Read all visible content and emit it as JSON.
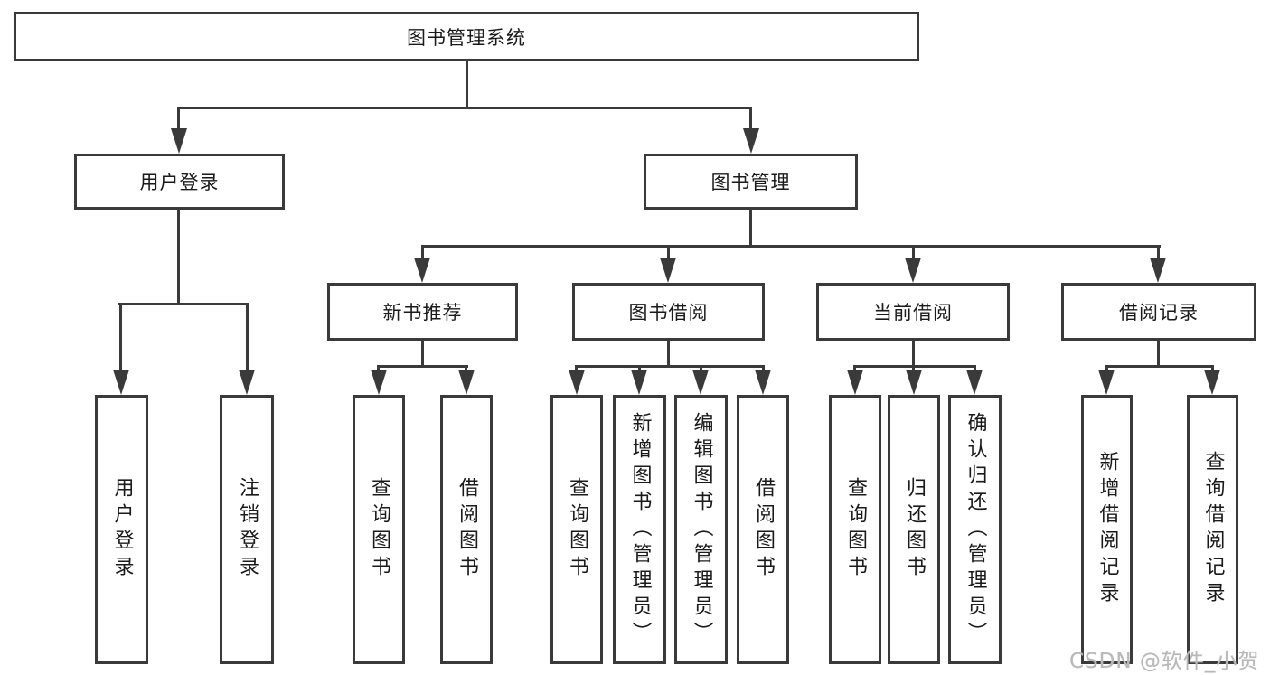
{
  "root": {
    "label": "图书管理系统"
  },
  "nodes": {
    "user_login": {
      "label": "用户登录",
      "children": [
        "用户登录",
        "注销登录"
      ]
    },
    "book_management": {
      "label": "图书管理"
    },
    "new_book_recommend": {
      "label": "新书推荐",
      "children": [
        "查询图书",
        "借阅图书"
      ]
    },
    "book_borrowing": {
      "label": "图书借阅",
      "children": [
        "查询图书",
        "新增图书（管理员）",
        "编辑图书（管理员）",
        "借阅图书"
      ]
    },
    "current_borrowing": {
      "label": "当前借阅",
      "children": [
        "查询图书",
        "归还图书",
        "确认归还（管理员）"
      ]
    },
    "borrow_records": {
      "label": "借阅记录",
      "children": [
        "新增借阅记录",
        "查询借阅记录"
      ]
    }
  },
  "watermark": {
    "text": "CSDN @软件_小贺同学",
    "color": "#b9b9b9"
  },
  "colors": {
    "line": "#3a3a3a",
    "text": "#1a1a1a",
    "background": "#ffffff"
  }
}
